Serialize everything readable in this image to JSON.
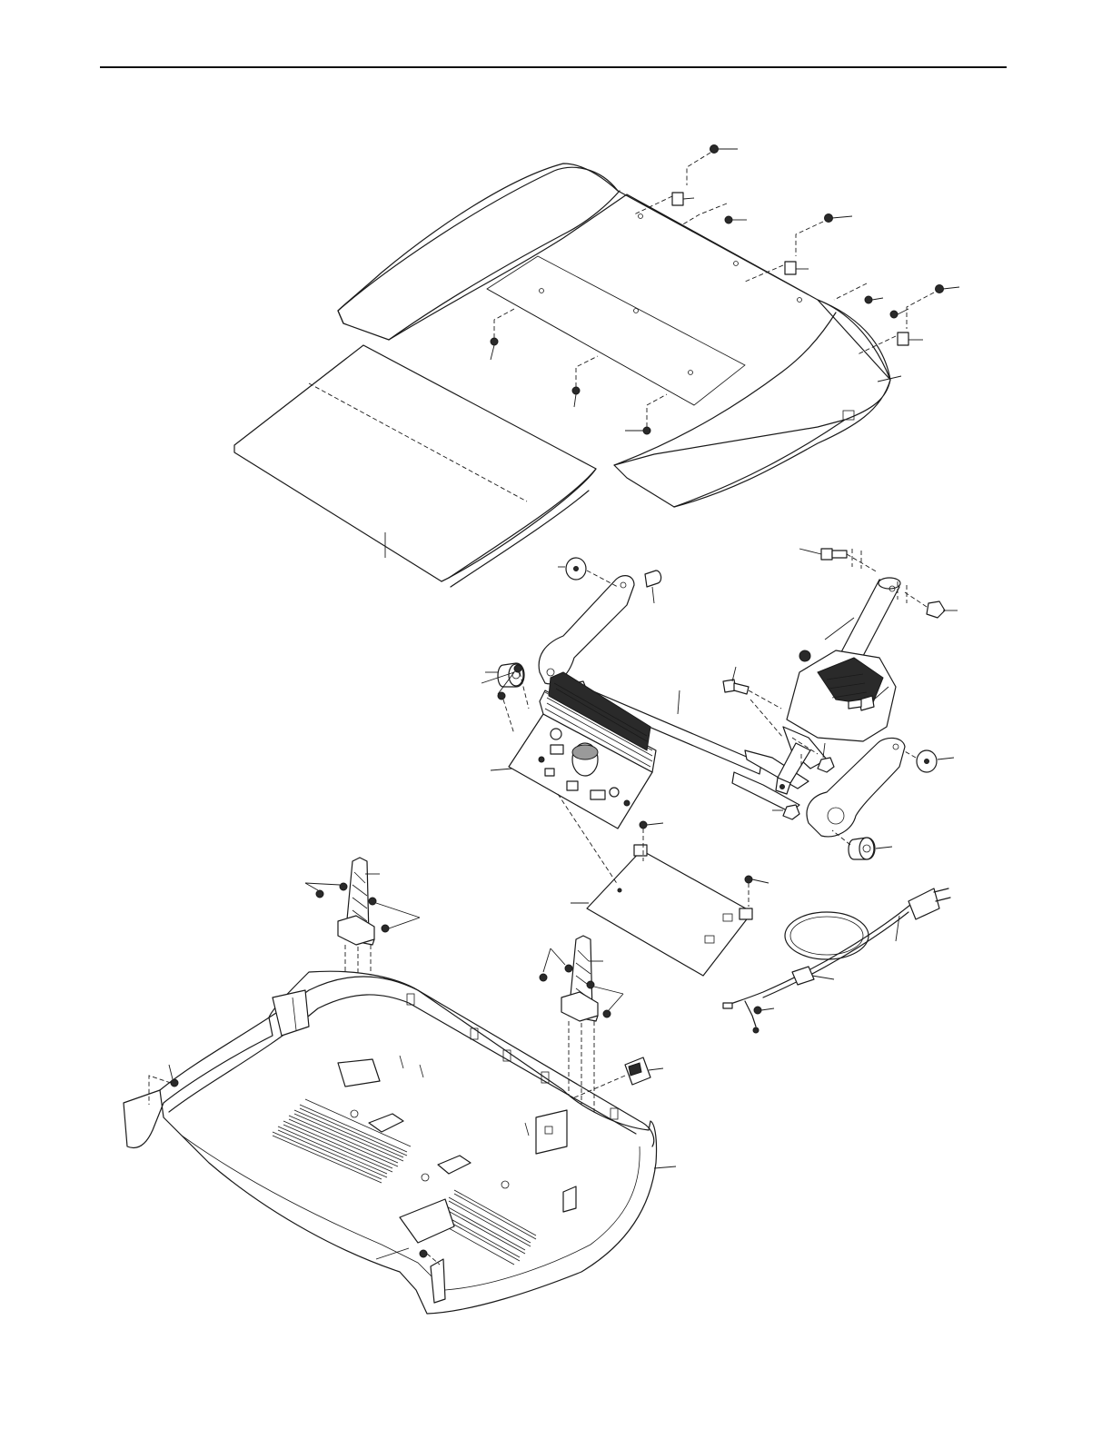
{
  "diagram": {
    "kind": "exploded-parts-view",
    "parts": [
      "hood-upper",
      "hood-lower-panel",
      "hood-screw",
      "hood-clip",
      "pivot-frame",
      "pivot-washer",
      "pivot-bushing",
      "roller",
      "incline-motor",
      "motor-bolt",
      "motor-nut",
      "controller-board",
      "controller-cover",
      "cover-screw",
      "power-cord",
      "power-cord-clip",
      "upright-bracket-left",
      "upright-bracket-right",
      "bracket-screw",
      "base-shroud",
      "rocker-switch"
    ]
  }
}
